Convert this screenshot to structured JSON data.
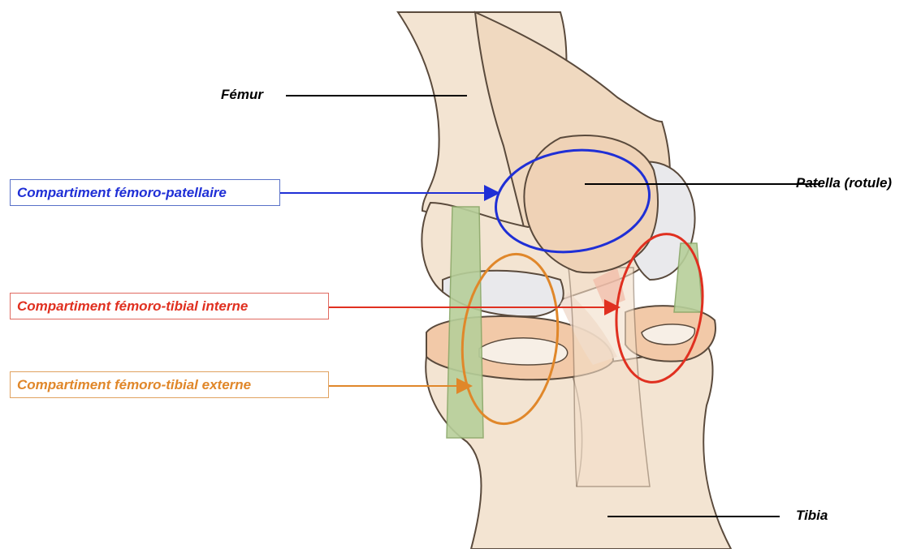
{
  "labels": {
    "femur": "Fémur",
    "patella": "Patella (rotule)",
    "tibia": "Tibia",
    "compartment_femoro_patellar": "Compartiment fémoro-patellaire",
    "compartment_internal": "Compartiment fémoro-tibial interne",
    "compartment_external": "Compartiment fémoro-tibial externe"
  },
  "colors": {
    "femoro_patellar": "#1f2fd6",
    "internal": "#e03020",
    "external": "#e0872a",
    "leader_line": "#000000",
    "bone": "#f3e4d2",
    "bone_outline": "#5a4a3c",
    "patella": "#efd2b6",
    "cartilage": "#e9e9ec",
    "meniscus": "#f2c9a8",
    "ligament": "#b7cf9a"
  }
}
